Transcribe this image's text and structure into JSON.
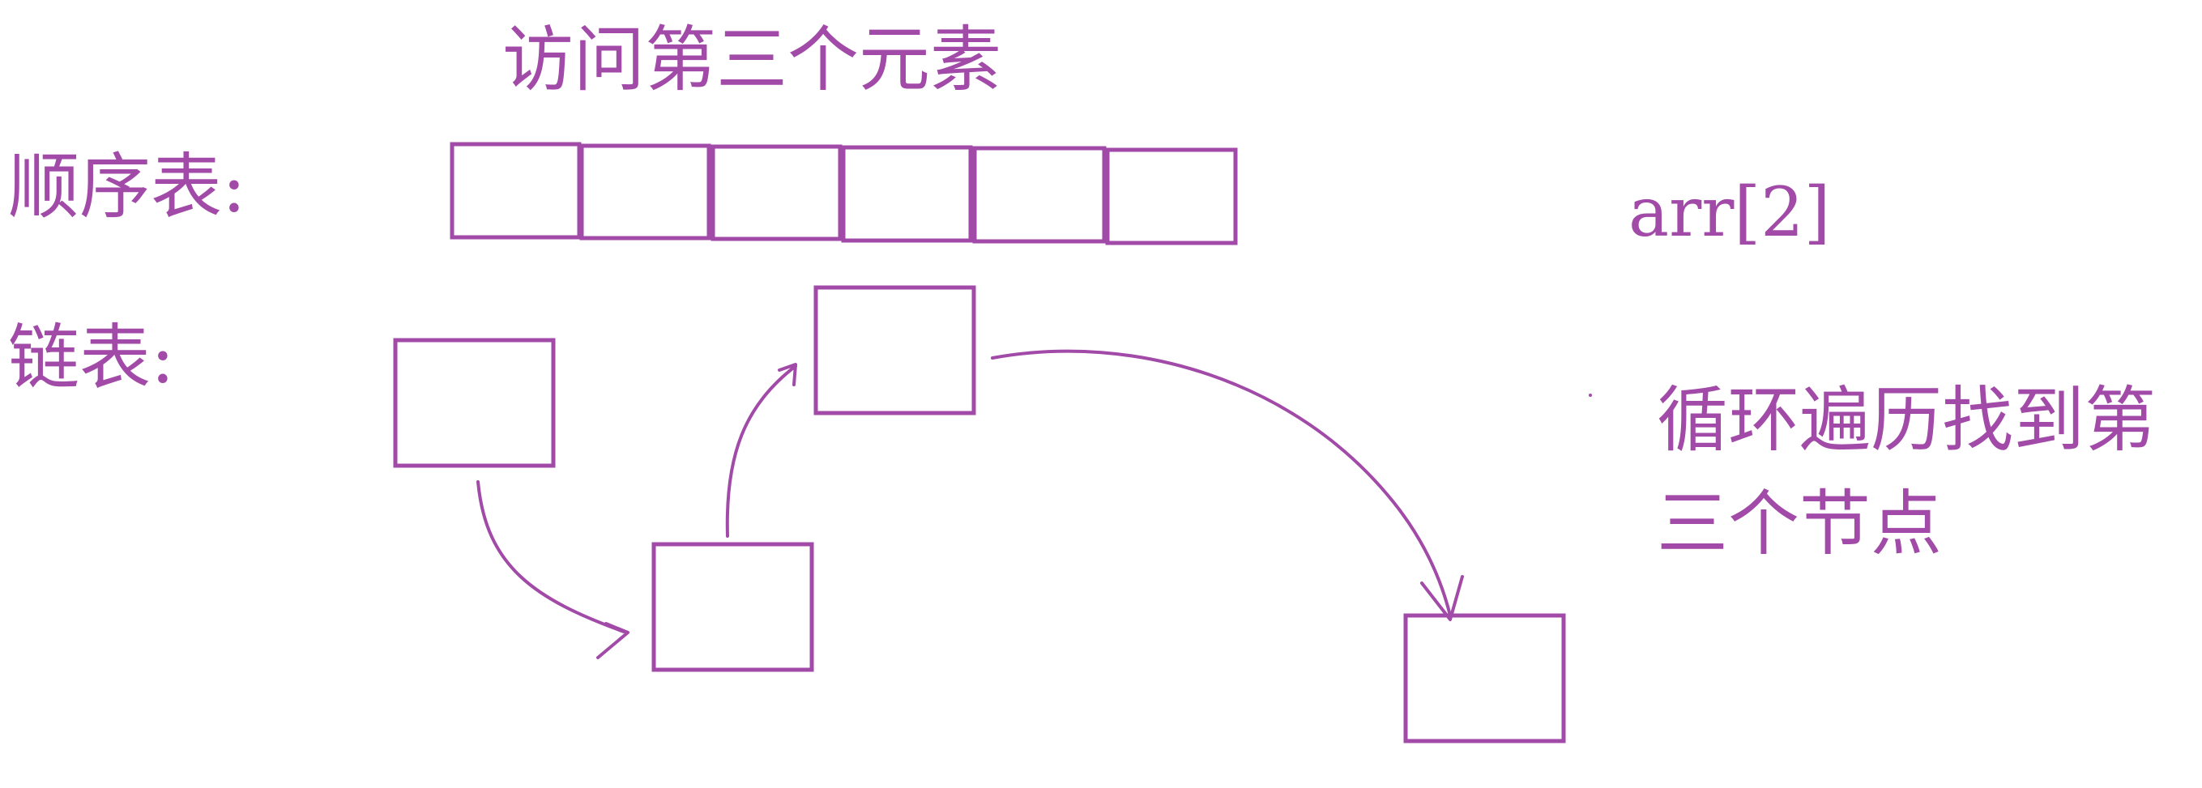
{
  "colors": {
    "ink": "#a24aa8"
  },
  "title": "访问第三个元素",
  "sequential_list": {
    "label": "顺序表:",
    "cell_count": 6,
    "access_expression": "arr[2]"
  },
  "linked_list": {
    "label": "链表:",
    "node_count": 4,
    "note_line1": "循环遍历找到第",
    "note_line2": "三个节点"
  }
}
